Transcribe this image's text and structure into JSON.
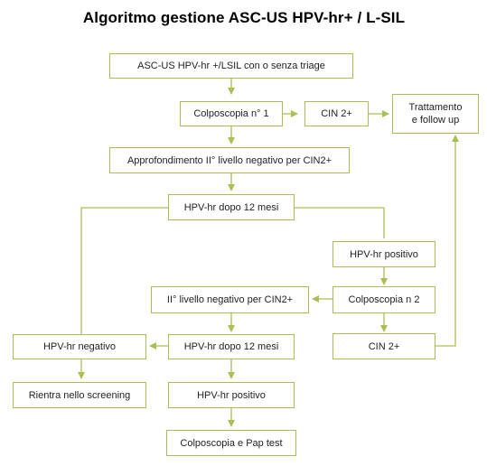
{
  "title": "Algoritmo gestione ASC-US HPV-hr+ / L-SIL",
  "colors": {
    "border": "#a8bf52",
    "arrow": "#a8bf52",
    "text": "#222222"
  },
  "nodes": {
    "start": "ASC-US HPV-hr +/LSIL con o senza triage",
    "colposcopy_1": "Colposcopia n° 1",
    "cin2_top": "CIN 2+",
    "treatment": "Trattamento\ne follow up",
    "second_level_negative_top": "Approfondimento II° livello negativo per CIN2+",
    "hpv_12_months_top": "HPV-hr dopo 12 mesi",
    "hpv_positive_right": "HPV-hr positivo",
    "colposcopy_2": "Colposcopia n 2",
    "second_level_negative_mid": "II° livello negativo per CIN2+",
    "hpv_negative": "HPV-hr negativo",
    "hpv_12_months_bottom": "HPV-hr dopo 12 mesi",
    "cin2_bottom": "CIN 2+",
    "screening_return": "Rientra nello screening",
    "hpv_positive_bottom": "HPV-hr positivo",
    "colposcopy_pap": "Colposcopia e Pap test"
  }
}
